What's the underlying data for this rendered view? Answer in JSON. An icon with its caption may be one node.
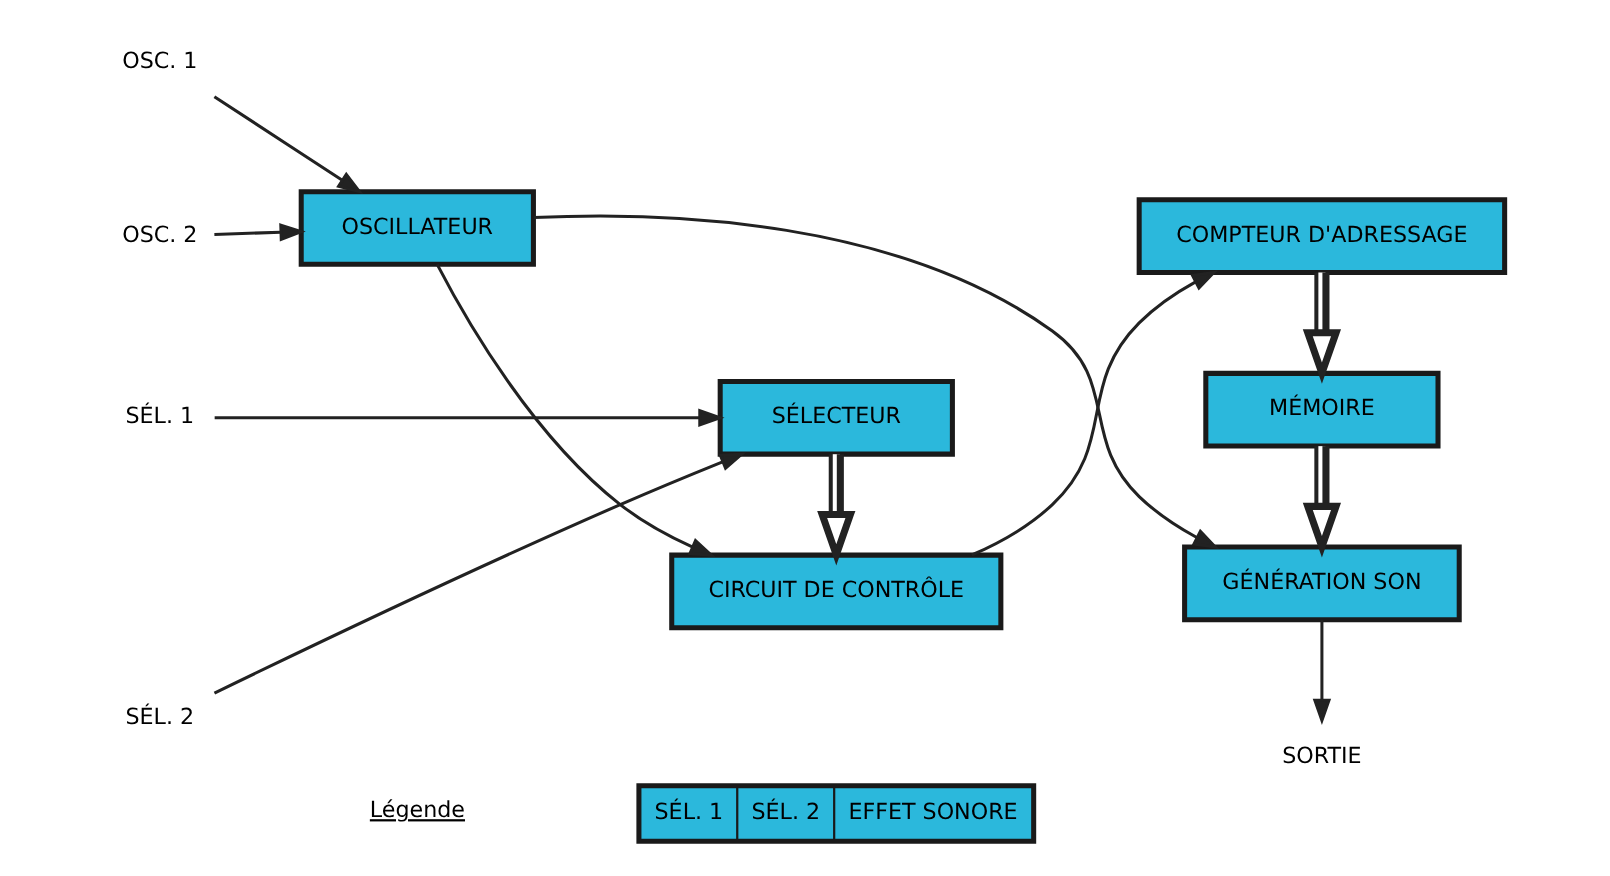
{
  "diagram": {
    "nodes": [
      {
        "text": [
          "OSC. 1"
        ]
      },
      {
        "text": [
          "OSC. 2"
        ]
      },
      {
        "text": [
          "OSCILLATEUR"
        ]
      },
      {
        "text": [
          "CIRCUIT DE CONTRÔLE"
        ]
      },
      {
        "text": [
          "COMPTEUR D'ADRESSAGE"
        ]
      },
      {
        "text": [
          "SÉL. 1"
        ]
      },
      {
        "text": [
          "SÉL. 2"
        ]
      },
      {
        "text": [
          "SÉLECTEUR"
        ]
      },
      {
        "text": [
          "MÉMOIRE"
        ]
      },
      {
        "text": [
          "GÉNÉRATION SON"
        ]
      },
      {
        "text": [
          "SORTIE"
        ]
      }
    ],
    "edges": [
      {
        "from": 0,
        "to": 2,
        "arrow": "to"
      },
      {
        "from": 1,
        "to": 2,
        "arrow": "to"
      },
      {
        "from": 2,
        "to": 3,
        "arrow": "to"
      },
      {
        "from": 3,
        "to": 4,
        "arrow": "to"
      },
      {
        "from": 5,
        "to": 7,
        "arrow": "to"
      },
      {
        "from": 6,
        "to": 7,
        "arrow": "to"
      },
      {
        "from": 7,
        "to": 3,
        "arrow": "to",
        "style": "thick"
      },
      {
        "from": 4,
        "to": 8,
        "arrow": "to",
        "style": "thick"
      },
      {
        "from": 8,
        "to": 9,
        "arrow": "to",
        "style": "thick"
      },
      {
        "from": 2,
        "to": 9,
        "arrow": "to"
      },
      {
        "from": 9,
        "to": 10,
        "arrow": "to"
      }
    ],
    "labels": [
      "Légende",
      "SÉL. 1",
      "SÉL. 2",
      "EFFET SONORE"
    ]
  }
}
